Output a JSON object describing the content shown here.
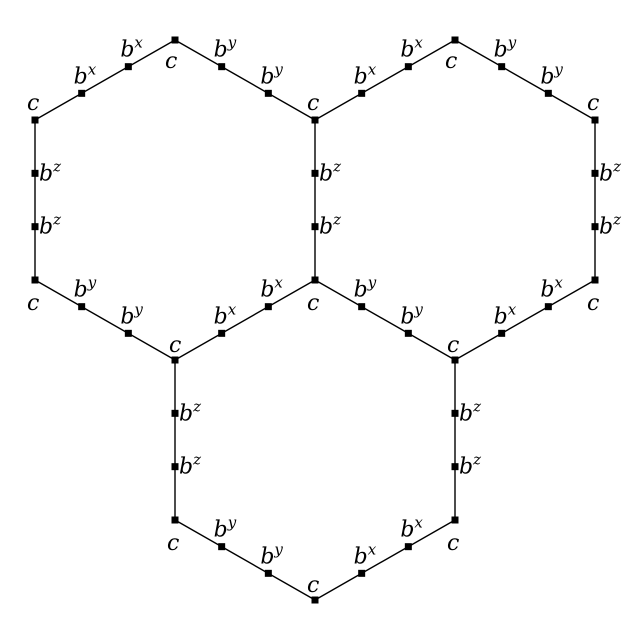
{
  "diagram": {
    "type": "honeycomb-lattice",
    "description_visible": false,
    "vertex_label": "c",
    "bond_labels": {
      "x": {
        "base": "b",
        "sup": "x"
      },
      "y": {
        "base": "b",
        "sup": "y"
      },
      "z": {
        "base": "b",
        "sup": "z"
      }
    },
    "hexagons": [
      "top-left",
      "top-right",
      "bottom"
    ]
  }
}
